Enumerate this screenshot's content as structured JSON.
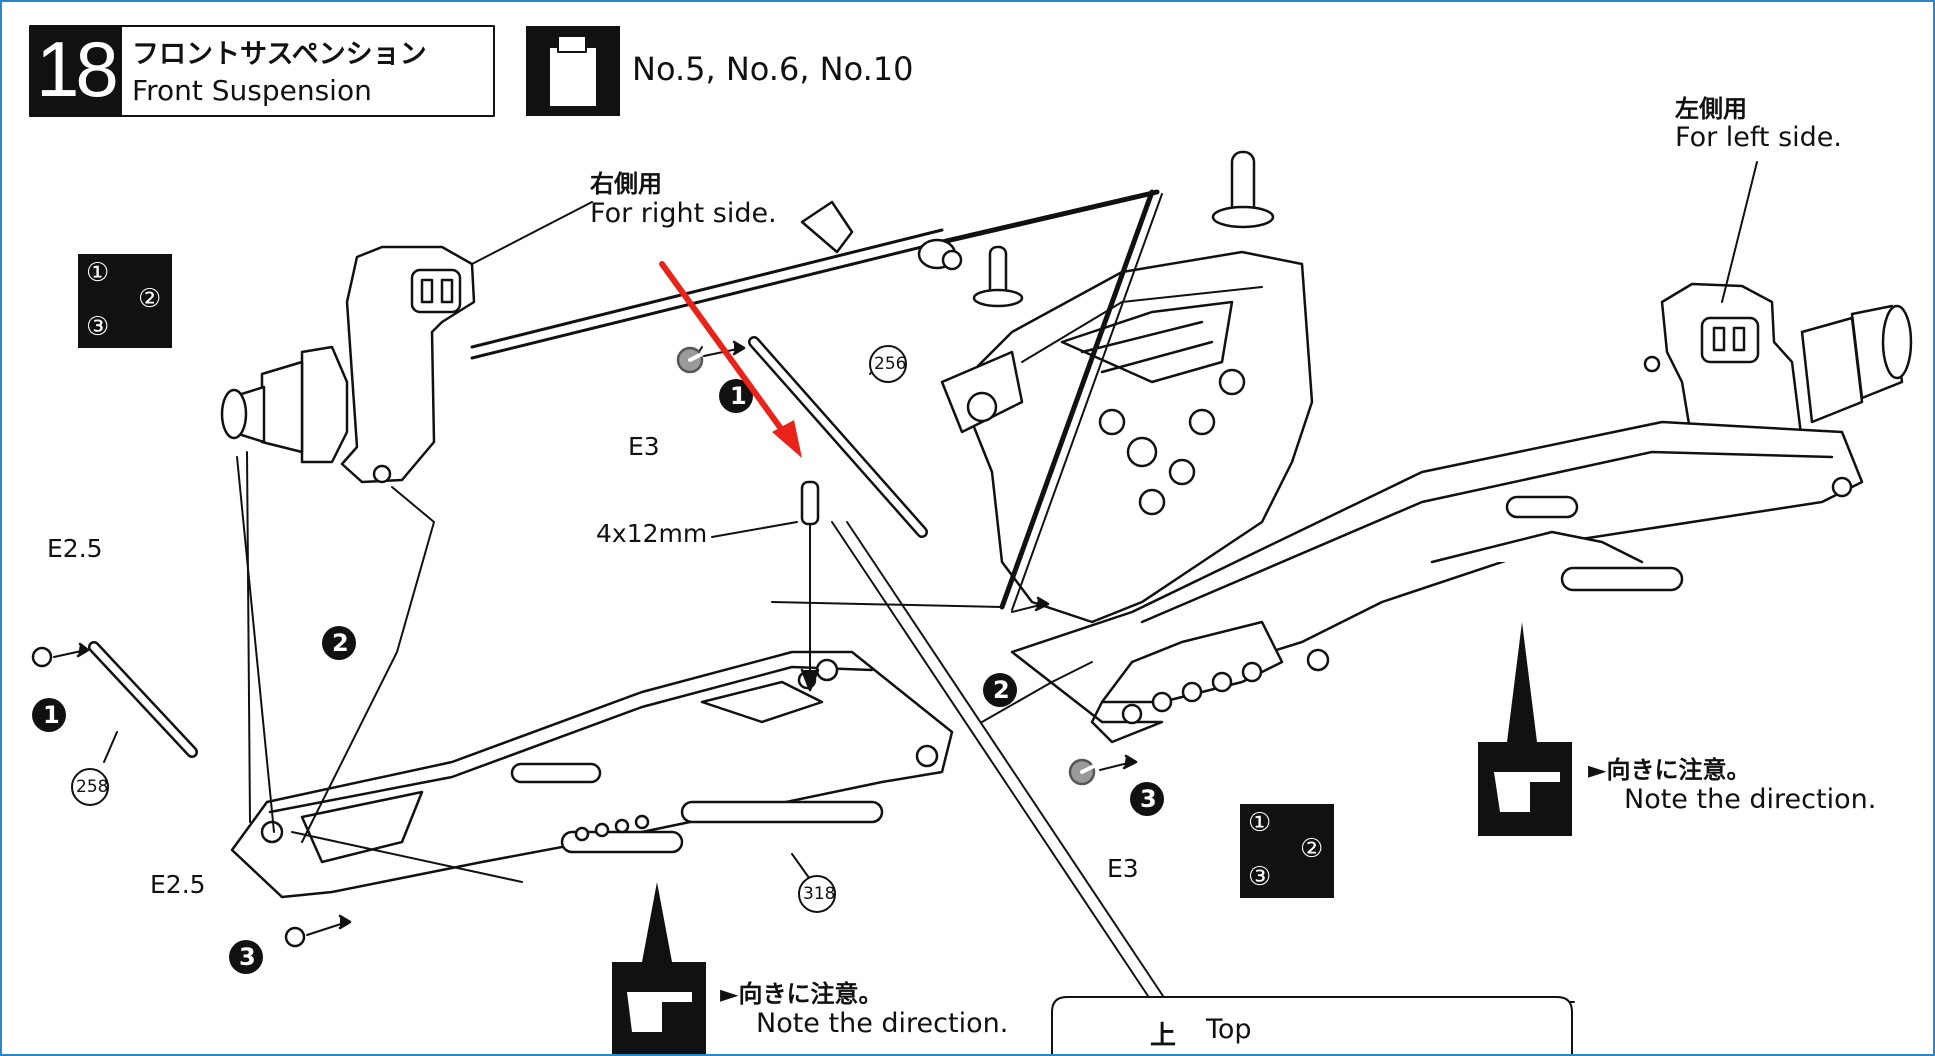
{
  "step": {
    "number": "18",
    "title_jp": "フロントサスペンション",
    "title_en": "Front Suspension"
  },
  "tools": "No.5, No.6, No.10",
  "labels": {
    "right_jp": "右側用",
    "right_en": "For right side.",
    "left_jp": "左側用",
    "left_en": "For left side.",
    "e3_a": "E3",
    "e3_b": "E3",
    "e25_a": "E2.5",
    "e25_b": "E2.5",
    "pin": "4x12mm",
    "part_256": "256",
    "part_258": "258",
    "part_318": "318",
    "seq_1": "①",
    "seq_2": "②",
    "seq_3": "③",
    "step_1": "1",
    "step_2": "2",
    "step_3": "3",
    "note_jp": "►向きに注意。",
    "note_en": "Note the direction.",
    "top_jp": "上",
    "top_en": "Top"
  },
  "colors": {
    "border": "#2a86c8",
    "arrow": "#e8231a",
    "ink": "#111111",
    "clip": "#9a9a9a"
  }
}
